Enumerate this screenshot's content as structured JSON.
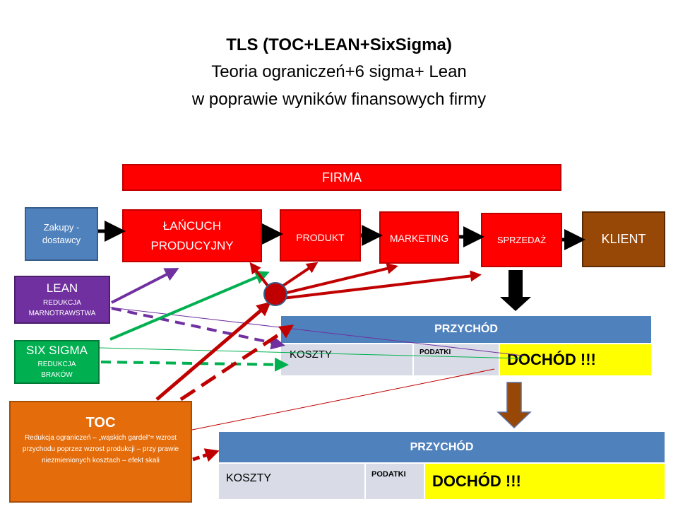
{
  "title": {
    "line1": "TLS (TOC+LEAN+SixSigma)",
    "line2": "Teoria ograniczeń+6 sigma+ Lean",
    "line3": "w poprawie wyników  finansowych firmy"
  },
  "firma": "FIRMA",
  "chain": {
    "zakupy": "Zakupy -dostawcy",
    "lancuch": "ŁAŃCUCH PRODUCYJNY",
    "produkt": "PRODUKT",
    "marketing": "MARKETING",
    "sprzedaz": "SPRZEDAŻ",
    "klient": "KLIENT"
  },
  "lean": {
    "title": "LEAN",
    "subtitle": "REDUKCJA MARNOTRAWSTWA"
  },
  "sixsigma": {
    "title": "SIX SIGMA",
    "subtitle": "REDUKCJA BRAKÓW"
  },
  "toc": {
    "title": "TOC",
    "description": "Redukcja ograniczeń – „wąskich gardeł”= wzrost przychodu poprzez wzrost produkcji – przy  prawie niezmienionych kosztach – efekt  skali"
  },
  "table1": {
    "przychod": "PRZYCHÓD",
    "koszty": "KOSZTY",
    "podatki": "PODATKI",
    "dochod": "DOCHÓD !!!"
  },
  "table2": {
    "przychod": "PRZYCHÓD",
    "koszty": "KOSZTY",
    "podatki": "PODATKI",
    "dochod": "DOCHÓD !!!"
  },
  "colors": {
    "red": "#ff0000",
    "blue": "#4f81bd",
    "brown": "#984806",
    "purple": "#7030a0",
    "green": "#00b050",
    "orange": "#e46c0a",
    "darkred": "#c00000",
    "yellow": "#ffff00",
    "gray": "#d9dce6"
  }
}
